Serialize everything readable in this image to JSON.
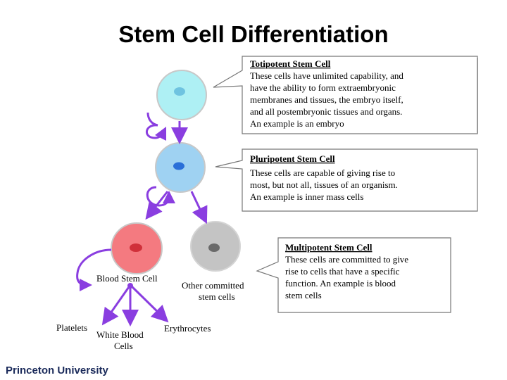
{
  "title": "Stem Cell Differentiation",
  "footer": "Princeton University",
  "callouts": [
    {
      "heading": "Totipotent Stem Cell",
      "lines": [
        "These cells have unlimited capability, and",
        "have the ability to form extraembryonic",
        "membranes and tissues, the embryo itself,",
        "and all postembryonic tissues and organs.",
        "An example is an embryo"
      ]
    },
    {
      "heading": "Pluripotent Stem Cell",
      "lines": [
        "These cells are capable of giving rise to",
        "most, but not all, tissues of an organism.",
        "An example is inner mass cells"
      ]
    },
    {
      "heading": "Multipotent Stem Cell",
      "lines": [
        "These cells are committed to give",
        "rise to cells that have a specific",
        "function.  An example is blood",
        "stem cells"
      ]
    }
  ],
  "labels": {
    "blood_stem_cell": "Blood Stem Cell",
    "other_committed_line1": "Other committed",
    "other_committed_line2": "stem cells",
    "platelets": "Platelets",
    "white_blood_line1": "White Blood",
    "white_blood_line2": "Cells",
    "erythrocytes": "Erythrocytes"
  },
  "colors": {
    "totipotent_cell": "#aef0f4",
    "totipotent_nucleus": "#6fc3e0",
    "pluripotent_cell": "#9fd2f2",
    "pluripotent_nucleus": "#2a6fd8",
    "blood_cell": "#f47a80",
    "blood_nucleus": "#d0303a",
    "other_cell": "#c4c4c4",
    "other_nucleus": "#6a6a6a",
    "arrow": "#8a3ee0"
  }
}
